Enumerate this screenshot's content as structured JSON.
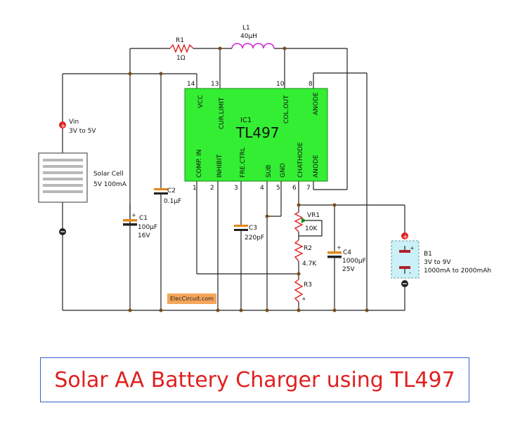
{
  "title": "Solar AA Battery Charger using TL497",
  "brand": "ElecCircuit.com",
  "ic": {
    "ref": "IC1",
    "name": "TL497",
    "top_pins": [
      {
        "num": "14",
        "name": "VCC"
      },
      {
        "num": "13",
        "name": "CUR.LIMIT"
      },
      {
        "num": "10",
        "name": "COL.OUT"
      },
      {
        "num": "8",
        "name": "ANODE"
      }
    ],
    "bottom_pins": [
      {
        "num": "1",
        "name": "COMP. IN"
      },
      {
        "num": "2",
        "name": "INHIBIT"
      },
      {
        "num": "3",
        "name": "FRE.CTRL"
      },
      {
        "num": "4",
        "name": "SUB"
      },
      {
        "num": "5",
        "name": "GND"
      },
      {
        "num": "6",
        "name": "CHATHODE"
      },
      {
        "num": "7",
        "name": "ANODE"
      }
    ]
  },
  "components": {
    "r1": {
      "ref": "R1",
      "value": "1Ω"
    },
    "l1": {
      "ref": "L1",
      "value": "40µH"
    },
    "vin": {
      "ref": "Vin",
      "value": "3V to 5V"
    },
    "solar": {
      "ref": "Solar Cell",
      "value": "5V 100mA"
    },
    "c1": {
      "ref": "C1",
      "value": "100µF",
      "value2": "16V"
    },
    "c2": {
      "ref": "C2",
      "value": "0.1µF"
    },
    "c3": {
      "ref": "C3",
      "value": "220pF"
    },
    "vr1": {
      "ref": "VR1",
      "value": "10K"
    },
    "r2": {
      "ref": "R2",
      "value": "4.7K"
    },
    "r3": {
      "ref": "R3",
      "value": "*"
    },
    "c4": {
      "ref": "C4",
      "value": "1000µF",
      "value2": "25V"
    },
    "b1": {
      "ref": "B1",
      "value": "3V to 9V",
      "value2": "1000mA to 2000mAh"
    }
  },
  "colors": {
    "ic_fill": "#33ee33",
    "wire": "#222222",
    "resistor": "#e02020",
    "inductor": "#d020d0",
    "cap_plate": "#e08a1e",
    "plus_terminal": "#e02020",
    "battery_fill": "#c9f1f7",
    "title_text": "#e02020",
    "title_border": "#3a5fd0",
    "brand_bg": "#f5a65a"
  }
}
